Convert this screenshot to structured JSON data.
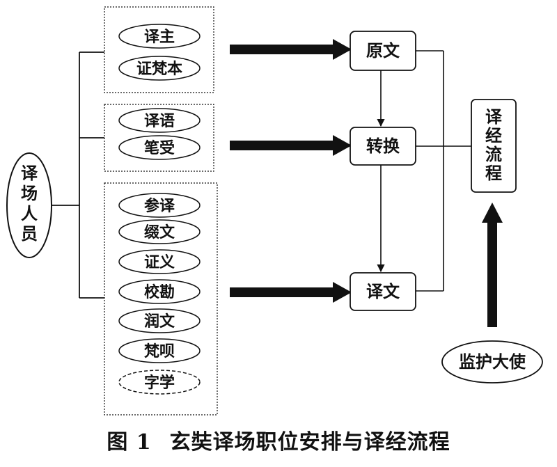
{
  "people_label": "译场人员",
  "groups": [
    {
      "roles": [
        {
          "label": "译主",
          "style": "solid"
        },
        {
          "label": "证梵本",
          "style": "solid"
        }
      ]
    },
    {
      "roles": [
        {
          "label": "译语",
          "style": "solid"
        },
        {
          "label": "笔受",
          "style": "solid"
        }
      ]
    },
    {
      "roles": [
        {
          "label": "参译",
          "style": "solid"
        },
        {
          "label": "缀文",
          "style": "solid"
        },
        {
          "label": "证义",
          "style": "solid"
        },
        {
          "label": "校勘",
          "style": "solid"
        },
        {
          "label": "润文",
          "style": "solid"
        },
        {
          "label": "梵呗",
          "style": "solid"
        },
        {
          "label": "字学",
          "style": "dashed"
        }
      ]
    }
  ],
  "steps": [
    "原文",
    "转换",
    "译文"
  ],
  "process_label": "译经流程",
  "supervisor_label": "监护大使",
  "caption": {
    "number": "图 1",
    "title": "玄奘译场职位安排与译经流程"
  },
  "colors": {
    "line": "#111111",
    "background": "#ffffff"
  }
}
